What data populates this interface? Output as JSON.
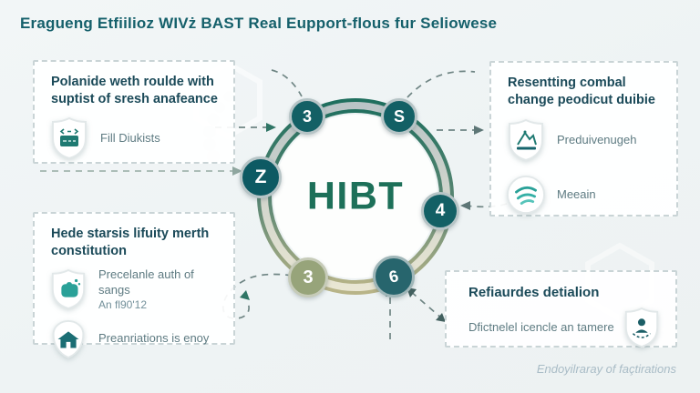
{
  "title": "Eragueng Etfiilioz WIVż BAST Real Eupport-flous fur Seliowese",
  "center": {
    "label": "HIBT"
  },
  "nodes": [
    {
      "label": "3"
    },
    {
      "label": "S"
    },
    {
      "label": "Z"
    },
    {
      "label": "4"
    },
    {
      "label": "3"
    },
    {
      "label": "6"
    }
  ],
  "boxes": {
    "top_left": {
      "heading": "Polanide weth roulde with suptist of sresh anafeance",
      "items": [
        {
          "icon": "shield-card-icon",
          "label": "Fill Diukists"
        }
      ]
    },
    "bottom_left": {
      "heading": "Hede starsis lifuity merth constitution",
      "items": [
        {
          "icon": "puzzle-shield-icon",
          "label": "Precelanle auth of sangs",
          "sublabel": "An fl90'12"
        },
        {
          "icon": "house-shield-icon",
          "label": "Preanriations is enoy"
        }
      ]
    },
    "top_right": {
      "heading": "Resentting combal change peodicut duibie",
      "items": [
        {
          "icon": "mountain-shield-icon",
          "label": "Preduivenugeh"
        },
        {
          "icon": "swirl-circle-icon",
          "label": "Meeain"
        }
      ]
    },
    "bottom_right": {
      "heading": "Refiaurdes detialion",
      "text": "Dfictnelel icencle an tamere",
      "icon": "person-shield-icon"
    }
  },
  "footer": "Endoyilraray of façtirations",
  "colors": {
    "title": "#15606b",
    "heading": "#1b4a59",
    "body_text": "#5e7b82",
    "node_teal": "#136065",
    "node_olive": "#97a47a",
    "node_gray_teal": "#27656d",
    "ring_teal": "#1f6f5e",
    "ring_olive": "#b8b488",
    "hibt_green": "#1d7059",
    "icon_teal": "#1f7a72",
    "footer_text": "#a9bcc6"
  }
}
